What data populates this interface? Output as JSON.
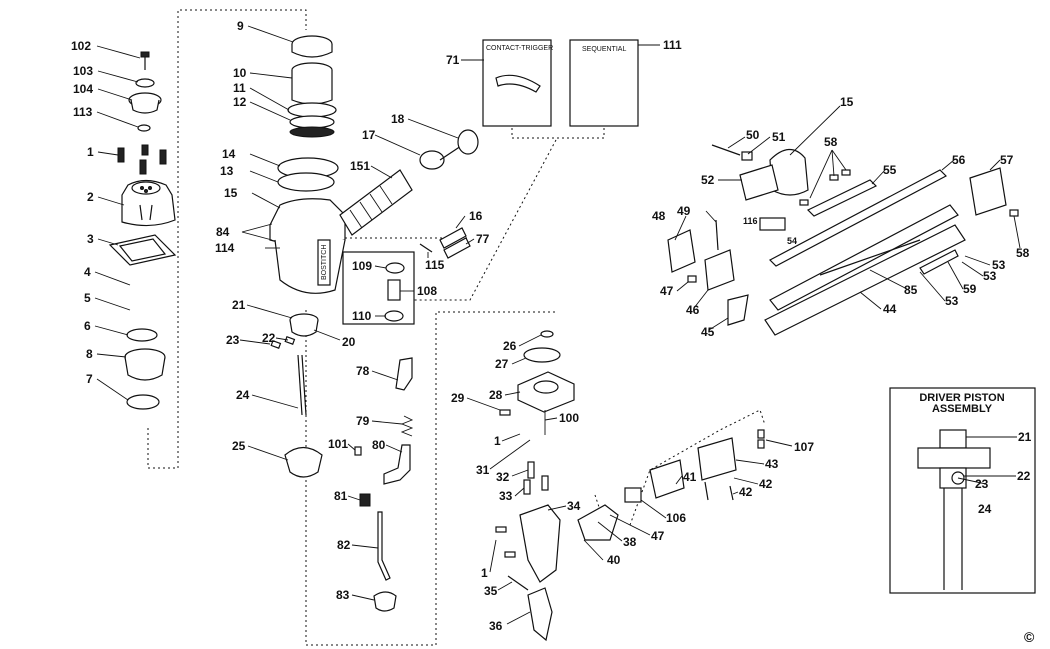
{
  "labels": {
    "l102": "102",
    "l103": "103",
    "l104": "104",
    "l113": "113",
    "l1a": "1",
    "l2": "2",
    "l3": "3",
    "l4": "4",
    "l5": "5",
    "l6": "6",
    "l8": "8",
    "l7": "7",
    "l9": "9",
    "l10": "10",
    "l11": "11",
    "l12": "12",
    "l14": "14",
    "l13": "13",
    "l15a": "15",
    "l84": "84",
    "l114": "114",
    "l18": "18",
    "l17": "17",
    "l151": "151",
    "l16": "16",
    "l77": "77",
    "l115": "115",
    "l109": "109",
    "l108": "108",
    "l110": "110",
    "l71": "71",
    "l111": "111",
    "l21a": "21",
    "l20": "20",
    "l23a": "23",
    "l22a": "22",
    "l24a": "24",
    "l25": "25",
    "l78": "78",
    "l79": "79",
    "l101": "101",
    "l80": "80",
    "l81": "81",
    "l82": "82",
    "l83": "83",
    "l26": "26",
    "l27": "27",
    "l28": "28",
    "l29": "29",
    "l100": "100",
    "l1b": "1",
    "l31": "31",
    "l32": "32",
    "l33": "33",
    "l34": "34",
    "l1c": "1",
    "l35": "35",
    "l36": "36",
    "l40": "40",
    "l38": "38",
    "l47a": "47",
    "l106": "106",
    "l41": "41",
    "l43": "43",
    "l42a": "42",
    "l42b": "42",
    "l107": "107",
    "l15b": "15",
    "l50": "50",
    "l51": "51",
    "l52": "52",
    "l58a": "58",
    "l55": "55",
    "l56": "56",
    "l57": "57",
    "l58b": "58",
    "l116": "116",
    "l54": "54",
    "l48": "48",
    "l49": "49",
    "l47b": "47",
    "l46": "46",
    "l45": "45",
    "l44": "44",
    "l85": "85",
    "l53a": "53",
    "l53b": "53",
    "l53c": "53",
    "l59": "59",
    "l21b": "21",
    "l22b": "22",
    "l23b": "23",
    "l24b": "24"
  },
  "boxes": {
    "contact_trigger": "CONTACT-TRIGGER",
    "sequential": "SEQUENTIAL",
    "driver_piston_line1": "DRIVER PISTON",
    "driver_piston_line2": "ASSEMBLY"
  },
  "housing_brand": "BOSTITCH",
  "copyright": "©"
}
